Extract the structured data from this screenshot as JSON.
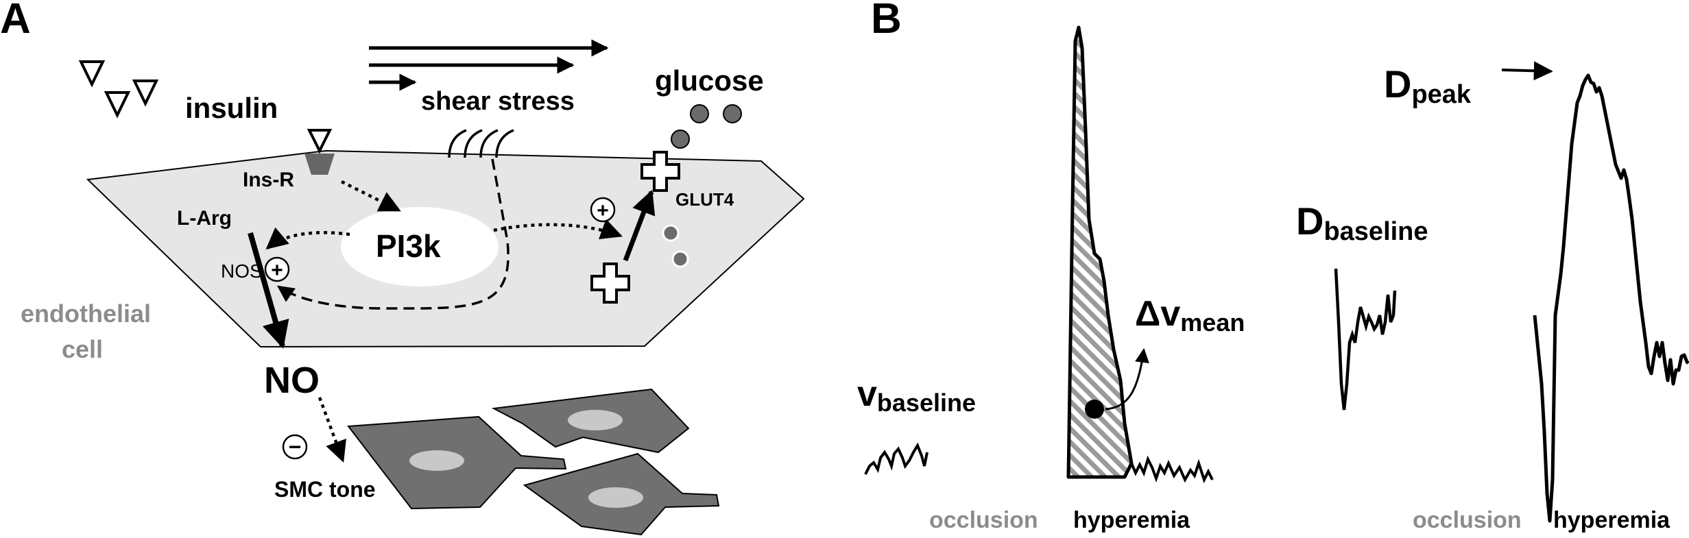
{
  "panel_a": {
    "letter": "A",
    "insulin": "insulin",
    "shear_stress": "shear stress",
    "glucose": "glucose",
    "ins_r": "Ins-R",
    "l_arg": "L-Arg",
    "nos": "NOS",
    "pi3k": "PI3k",
    "glut4": "GLUT4",
    "plus_sign": "+",
    "minus_sign": "−",
    "endothelial": "endothelial",
    "cell": "cell",
    "no": "NO",
    "smc_tone": "SMC tone"
  },
  "panel_b": {
    "letter": "B",
    "v_main": "v",
    "v_baseline_sub": "baseline",
    "delta_v": "Δv",
    "delta_v_sub": "mean",
    "d_baseline_main": "D",
    "d_baseline_sub": "baseline",
    "d_peak_main": "D",
    "d_peak_sub": "peak",
    "occlusion_left": "occlusion",
    "hyperemia_left": "hyperemia",
    "occlusion_right": "occlusion",
    "hyperemia_right": "hyperemia"
  },
  "colors": {
    "cell_fill": "#e6e6e6",
    "smc_fill": "#707070",
    "receptor": "#666666",
    "glucose_dot": "#6b6b6b",
    "grey_label": "#8c8c8c",
    "hatch": "#9a9a9a"
  }
}
